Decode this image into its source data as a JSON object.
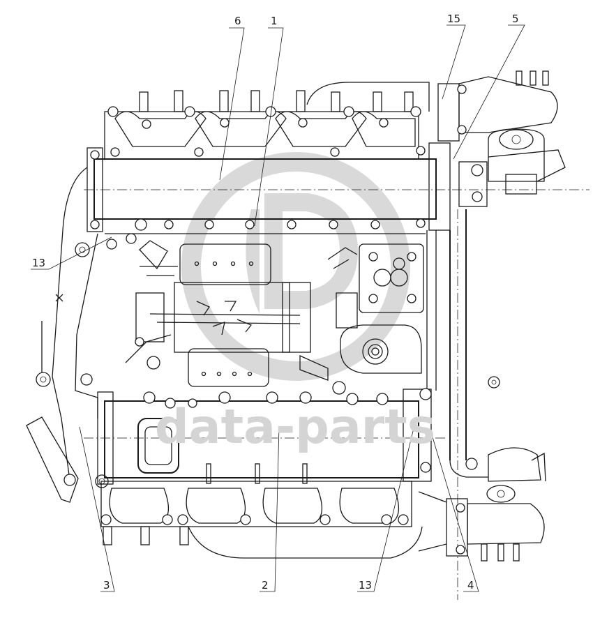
{
  "callouts": {
    "c1": "1",
    "c2": "2",
    "c3": "3",
    "c4": "4",
    "c5": "5",
    "c6": "6",
    "c13_left": "13",
    "c13_bottom": "13",
    "c15": "15"
  },
  "watermark": {
    "text": "data-parts"
  },
  "colors": {
    "line": "#1a1a1a",
    "background": "#ffffff",
    "watermark": "#d4d4d4"
  }
}
